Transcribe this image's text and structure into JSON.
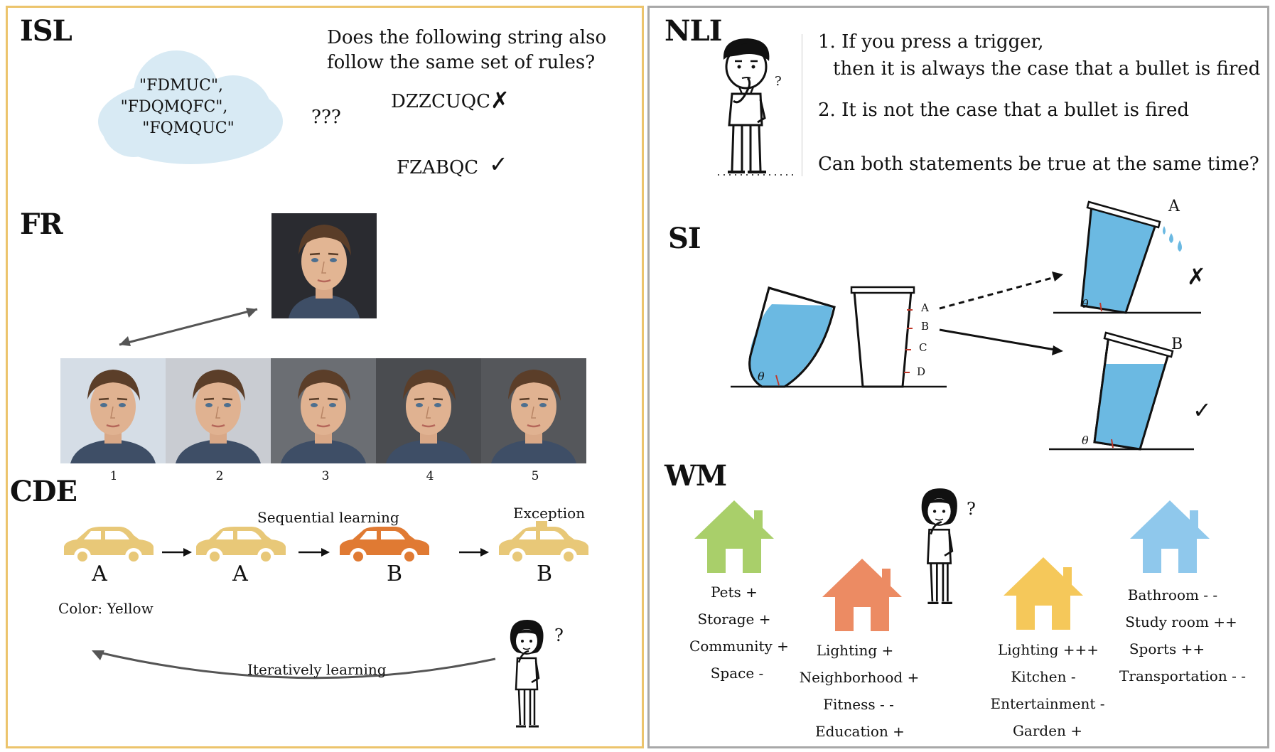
{
  "isl": {
    "title": "ISL",
    "question_line1": "Does the following string also",
    "question_line2": "follow the same set of rules?",
    "examples": [
      "\"FDMUC\",",
      "\"FDQMQFC\",",
      "\"FQMQUC\""
    ],
    "unknown": "???",
    "candidates": [
      {
        "text": "DZZCUQC",
        "mark": "✗"
      },
      {
        "text": "FZABQC",
        "mark": "✓"
      }
    ]
  },
  "fr": {
    "title": "FR",
    "labels": [
      "1",
      "2",
      "3",
      "4",
      "5"
    ]
  },
  "cde": {
    "title": "CDE",
    "sequential_label": "Sequential learning",
    "exception_label": "Exception",
    "car_labels": [
      "A",
      "A",
      "B",
      "B"
    ],
    "color_note": "Color: Yellow",
    "iterative_label": "Iteratively learning",
    "question_mark": "?",
    "colors": {
      "yellow": "#e8c878",
      "orange": "#e07a33"
    }
  },
  "nli": {
    "title": "NLI",
    "statement1_line1": "1. If you press a trigger,",
    "statement1_line2": "then it is always  the case that a bullet is fired",
    "statement2": "2. It is not the case that a bullet is fired",
    "question": "Can both statements be true at the same time?",
    "question_mark": "?"
  },
  "si": {
    "title": "SI",
    "ticks": [
      "A",
      "B",
      "C",
      "D"
    ],
    "theta": "θ",
    "outcome_a": {
      "label": "A",
      "mark": "✗"
    },
    "outcome_b": {
      "label": "B",
      "mark": "✓"
    },
    "water_color": "#6bb9e2"
  },
  "wm": {
    "title": "WM",
    "question_mark": "?",
    "houses": [
      {
        "color": "#a9cf6a",
        "attrs": [
          "Pets +",
          "Storage +",
          "Community +",
          "Space -"
        ]
      },
      {
        "color": "#ec8b63",
        "attrs": [
          "Lighting +",
          "Neighborhood +",
          "Fitness - -",
          "Education +"
        ]
      },
      {
        "color": "#f5c85a",
        "attrs": [
          "Lighting +++",
          "Kitchen -",
          "Entertainment -",
          "Garden +"
        ]
      },
      {
        "color": "#8fc8ec",
        "attrs": [
          "Bathroom - -",
          "Study room ++",
          "Sports ++",
          "Transportation - -"
        ]
      }
    ]
  }
}
